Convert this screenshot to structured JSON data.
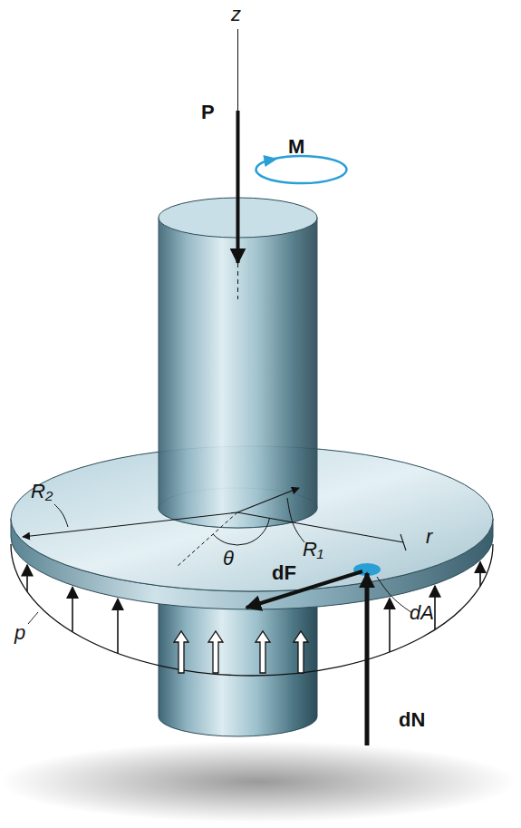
{
  "diagram": {
    "labels": [
      "z",
      "P",
      "M",
      "R₂",
      "R₁",
      "θ",
      "r",
      "dF",
      "dA",
      "p",
      "dN"
    ]
  }
}
